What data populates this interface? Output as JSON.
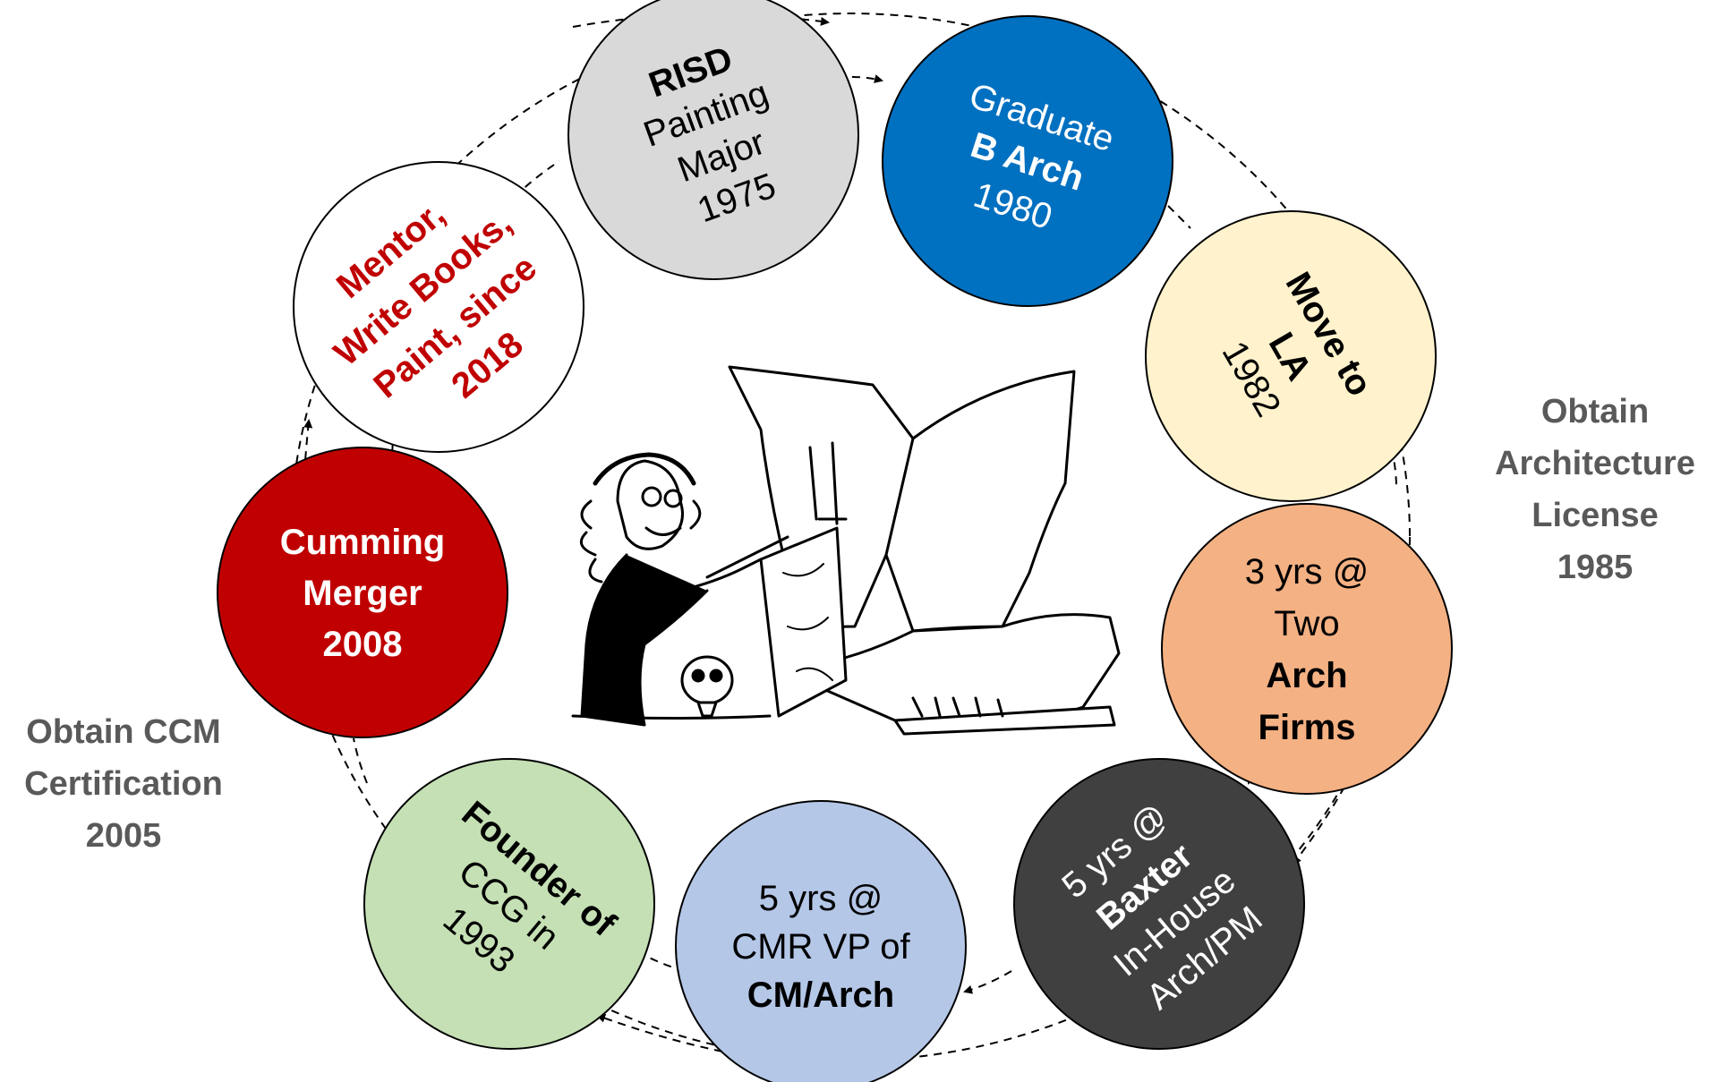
{
  "career_cycle": {
    "milestones": [
      {
        "id": "risd",
        "fill": "#d9d9d9",
        "text_color": "#000000",
        "lines": [
          {
            "text": "RISD",
            "bold": true
          },
          {
            "text": "Painting",
            "bold": false
          },
          {
            "text": "Major",
            "bold": false
          },
          {
            "text": "1975",
            "bold": false
          }
        ]
      },
      {
        "id": "graduate",
        "fill": "#0070c0",
        "text_color": "#ffffff",
        "lines": [
          {
            "text": "Graduate",
            "bold": false
          },
          {
            "text": "B Arch",
            "bold": true
          },
          {
            "text": "1980",
            "bold": false
          }
        ]
      },
      {
        "id": "move-la",
        "fill": "#fff2cc",
        "text_color": "#000000",
        "lines": [
          {
            "text": "Move to",
            "bold": true
          },
          {
            "text": "LA",
            "bold": true
          },
          {
            "text": "1982",
            "bold": false
          }
        ]
      },
      {
        "id": "two-firms",
        "fill": "#f4b183",
        "text_color": "#000000",
        "lines": [
          {
            "text": "3 yrs @",
            "bold": false
          },
          {
            "text": "Two",
            "bold": false
          },
          {
            "text": "Arch",
            "bold": true
          },
          {
            "text": "Firms",
            "bold": true
          }
        ]
      },
      {
        "id": "baxter",
        "fill": "#404040",
        "text_color": "#ffffff",
        "lines": [
          {
            "text": "5 yrs @",
            "bold": false
          },
          {
            "text": "Baxter",
            "bold": true
          },
          {
            "text": "In-House",
            "bold": false
          },
          {
            "text": "Arch/PM",
            "bold": false
          }
        ]
      },
      {
        "id": "cmr-vp",
        "fill": "#b4c7e7",
        "text_color": "#000000",
        "lines": [
          {
            "text": "5 yrs @",
            "bold": false
          },
          {
            "text": "CMR VP of",
            "bold": false
          },
          {
            "text": "CM/Arch",
            "bold": true
          }
        ]
      },
      {
        "id": "founder-ccg",
        "fill": "#c5e0b4",
        "text_color": "#000000",
        "lines": [
          {
            "text": "Founder of",
            "bold": true
          },
          {
            "text": "CCG in",
            "bold": false
          },
          {
            "text": "1993",
            "bold": false
          }
        ]
      },
      {
        "id": "cumming-merger",
        "fill": "#c00000",
        "text_color": "#ffffff",
        "lines": [
          {
            "text": "Cumming",
            "bold": true
          },
          {
            "text": "Merger",
            "bold": true
          },
          {
            "text": "2008",
            "bold": true
          }
        ]
      },
      {
        "id": "mentor",
        "fill": "#ffffff",
        "text_color": "#c00000",
        "lines": [
          {
            "text": "Mentor,",
            "bold": true
          },
          {
            "text": "Write Books,",
            "bold": true
          },
          {
            "text": "Paint, since",
            "bold": true
          },
          {
            "text": "2018",
            "bold": true
          }
        ]
      }
    ],
    "side_notes": [
      {
        "id": "architecture-license",
        "lines": [
          "Obtain",
          "Architecture",
          "License",
          "1985"
        ]
      },
      {
        "id": "ccm-certification",
        "lines": [
          "Obtain CCM",
          "Certification",
          "2005"
        ]
      }
    ],
    "colors": {
      "note_text": "#595959",
      "stroke": "#000000",
      "dash": "#000000"
    },
    "center_image": {
      "icon": "painter-sketch-icon"
    }
  }
}
